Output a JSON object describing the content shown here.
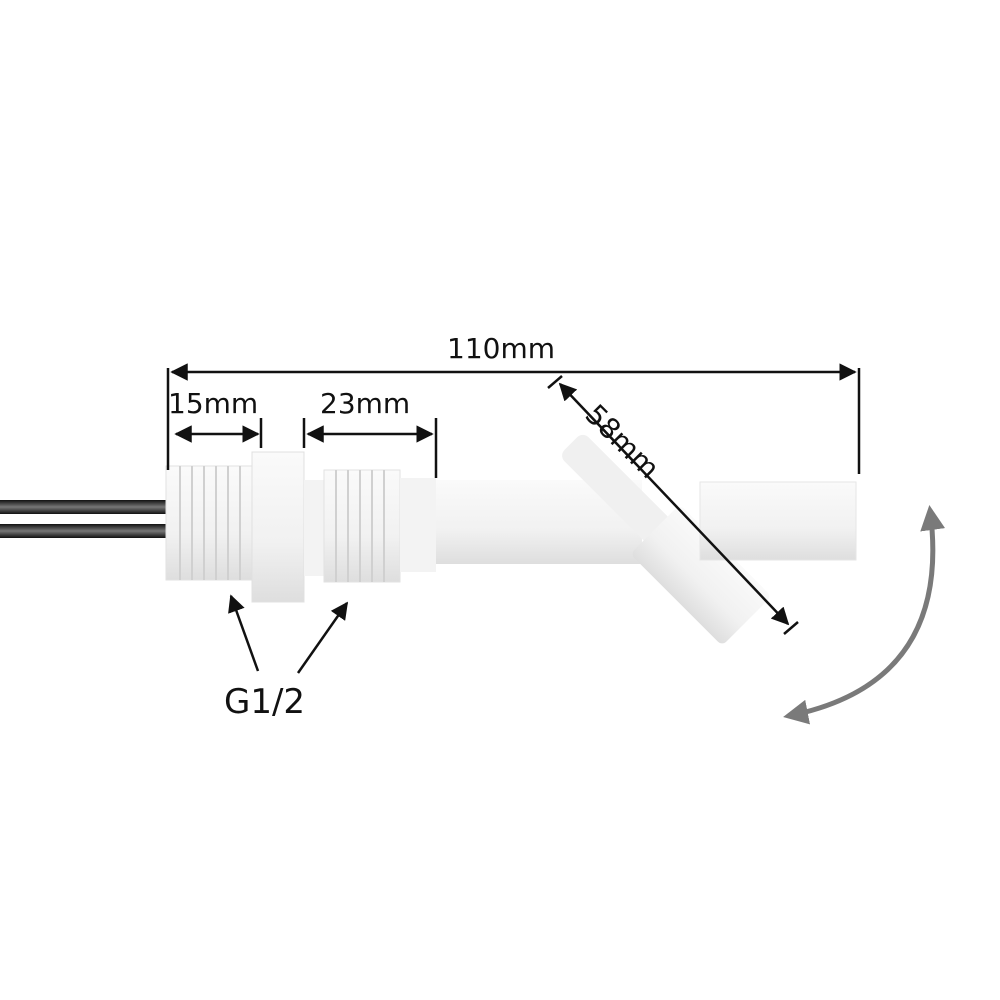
{
  "diagram": {
    "subject": "Horizontal float level switch with cable",
    "colors": {
      "background": "#ffffff",
      "plastic_body": "#f4f4f4",
      "plastic_shadow": "#dcdcdc",
      "cable": "#1a1a1a",
      "dimension_line": "#111111",
      "swing_arrow": "#7a7a7a"
    },
    "dimensions": {
      "overall_length": "110mm",
      "first_thread_length": "15mm",
      "second_thread_length": "23mm",
      "float_arm_length": "58mm"
    },
    "thread_label": "G1/2",
    "annotations": {
      "swing_arrow": "double-headed curved arrow indicating float rotation"
    }
  }
}
